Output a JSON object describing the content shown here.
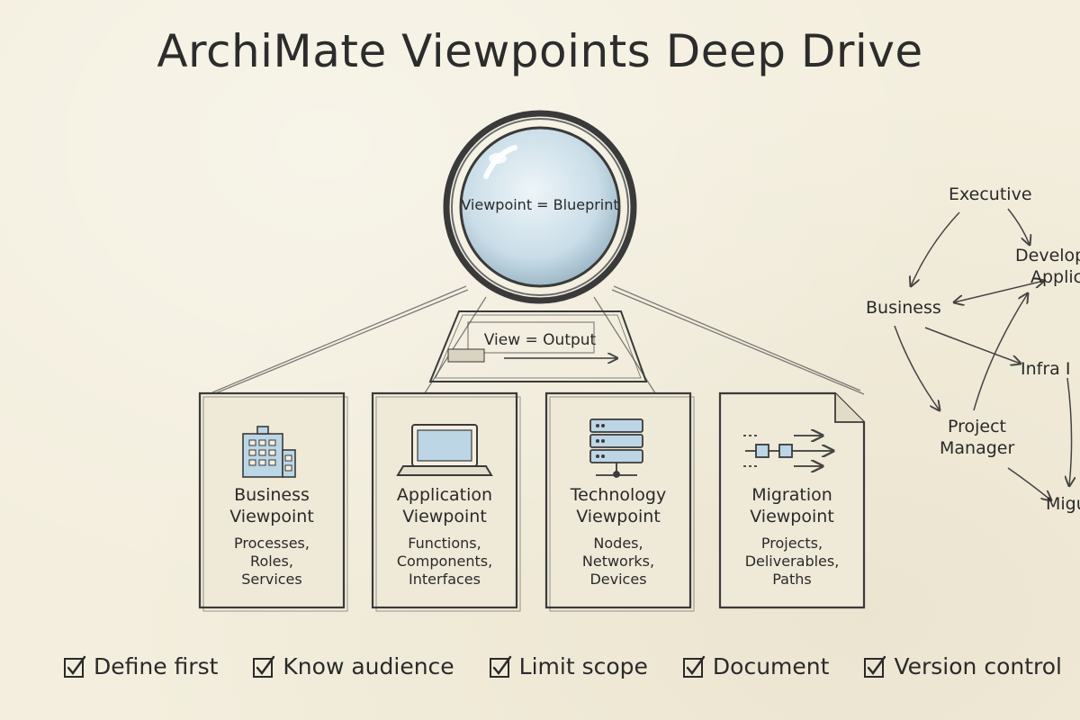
{
  "title": "ArchiMate Viewpoints Deep Drive",
  "lens": {
    "label": "Viewpoint = Blueprint"
  },
  "view": {
    "label": "View = Output"
  },
  "viewpoints": [
    {
      "name_line1": "Business",
      "name_line2": "Viewpoint",
      "items": [
        "Processes,",
        "Roles,",
        "Services"
      ],
      "icon": "office-building-icon"
    },
    {
      "name_line1": "Application",
      "name_line2": "Viewpoint",
      "items": [
        "Functions,",
        "Components,",
        "Interfaces"
      ],
      "icon": "laptop-icon"
    },
    {
      "name_line1": "Technology",
      "name_line2": "Viewpoint",
      "items": [
        "Nodes,",
        "Networks,",
        "Devices"
      ],
      "icon": "server-rack-icon"
    },
    {
      "name_line1": "Migration",
      "name_line2": "Viewpoint",
      "items": [
        "Projects,",
        "Deliverables,",
        "Paths"
      ],
      "icon": "migration-arrows-icon"
    }
  ],
  "stakeholders": {
    "executive": "Executive",
    "developer_line1": "Develop",
    "developer_line2": "Applic",
    "business": "Business",
    "infra": "Infra I",
    "pm_line1": "Project",
    "pm_line2": "Manager",
    "migration": "Migu"
  },
  "practices": [
    "Define first",
    "Know audience",
    "Limit scope",
    "Document",
    "Version control"
  ],
  "colors": {
    "background": "#f3eedd",
    "ink": "#2a2a2a",
    "lens_blue": "#cfe2ec",
    "icon_blue": "#bcd6e6"
  }
}
